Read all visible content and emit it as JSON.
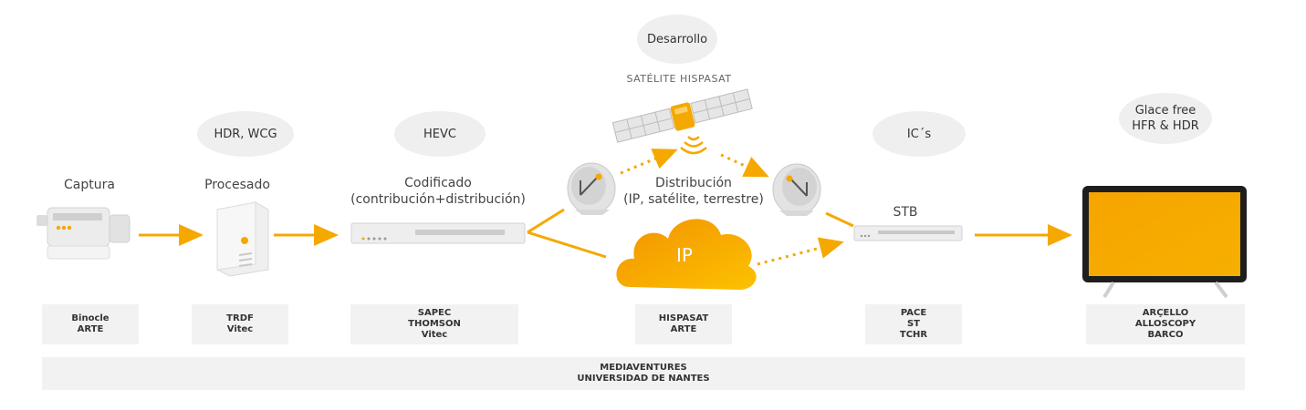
{
  "bubbles": {
    "desarrollo": "Desarrollo",
    "hdr": "HDR, WCG",
    "hevc": "HEVC",
    "ics": "IC´s",
    "glace": "Glace free\nHFR & HDR"
  },
  "satellite_label": "SATÉLITE HISPASAT",
  "stages": {
    "captura": "Captura",
    "procesado": "Procesado",
    "codificado": "Codificado\n(contribución+distribución)",
    "distribucion": "Distribución\n(IP, satélite, terrestre)",
    "stb": "STB"
  },
  "cloud_label": "IP",
  "partners": {
    "captura": "Binocle\nARTE",
    "procesado": "TRDF\nVitec",
    "codificado": "SAPEC\nTHOMSON\nVitec",
    "distribucion": "HISPASAT\nARTE",
    "stb": "PACE\nST\nTCHR",
    "display": "ARÇELLO\nALLOSCOPY\nBARCO"
  },
  "footer": "MEDIAVENTURES\nUNIVERSIDAD DE NANTES",
  "colors": {
    "accent": "#f5a800",
    "accent_dark": "#f39200",
    "panel": "#f2f2f2"
  }
}
